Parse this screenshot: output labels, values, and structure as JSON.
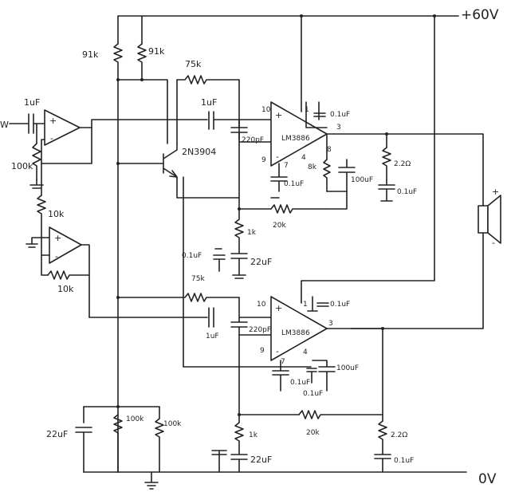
{
  "rails": {
    "positive": "+60V",
    "ground": "0V"
  },
  "input": {
    "symbol": "W"
  },
  "resistors": {
    "r_91k_a": "91k",
    "r_91k_b": "91k",
    "r_75k_top": "75k",
    "r_100k_in": "100k",
    "r_10k_a": "10k",
    "r_10k_b": "10k",
    "r_20k_top": "20k",
    "r_1k_top": "1k",
    "r_75k_bot": "75k",
    "r_20k_bot": "20k",
    "r_1k_bot": "1k",
    "r_100k_l": "100k",
    "r_100k_r": "100k",
    "r_2r2_top": "2.2Ω",
    "r_2r2_bot": "2.2Ω",
    "r_8k": "8k"
  },
  "capacitors": {
    "c_in": "1uF",
    "c_1uF_top": "1uF",
    "c_220pF_top": "220pF",
    "c_100uF_top": "100uF",
    "c_0u1_top_a": "0.1uF",
    "c_0u1_top_b": "0.1uF",
    "c_0u1_zobel_top": "0.1uF",
    "c_0u1_mid": "0.1uF",
    "c_22uF_top": "22uF",
    "c_1uF_bot": "1uF",
    "c_220pF_bot": "220pF",
    "c_0u1_bot_a": "0.1uF",
    "c_0u1_bot_b": "0.1uF",
    "c_100uF_bot": "100uF",
    "c_0u1_low": "0.1uF",
    "c_22uF_bot": "22uF",
    "c_22uF_left": "22uF",
    "c_0u1_zobel_bot": "0.1uF"
  },
  "opamps": {
    "op_in_plus": "+",
    "op_in_minus": "-",
    "op_inv_plus": "+",
    "op_inv_minus": "-"
  },
  "amplifiers": {
    "top": {
      "name": "LM3886",
      "plus": "+",
      "minus": "-",
      "pin1": "1",
      "pin3": "3",
      "pin4": "4",
      "pin7": "7",
      "pin8": "8",
      "pin9": "9",
      "pin10": "10"
    },
    "bottom": {
      "name": "LM3886",
      "plus": "+",
      "minus": "-",
      "pin1": "1",
      "pin3": "3",
      "pin4": "4",
      "pin7": "7",
      "pin9": "9",
      "pin10": "10"
    }
  },
  "transistor": {
    "name": "2N3904"
  },
  "speaker": {
    "plus": "+",
    "minus": "-"
  }
}
